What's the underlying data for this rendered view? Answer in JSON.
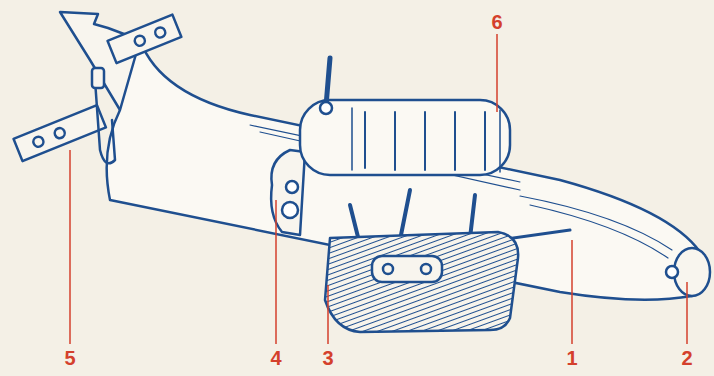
{
  "diagram": {
    "labels": [
      "6",
      "5",
      "4",
      "3",
      "1",
      "2"
    ]
  }
}
